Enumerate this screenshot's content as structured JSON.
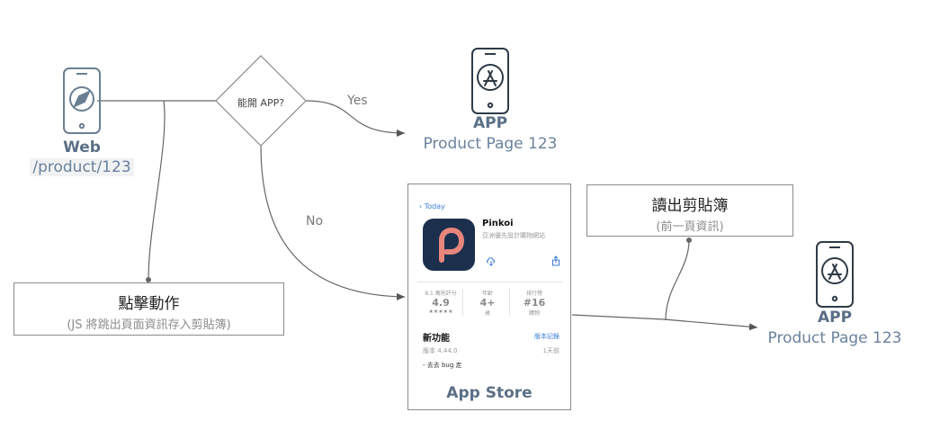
{
  "nodes": {
    "web": {
      "title": "Web",
      "path": "/product/123",
      "icon": "compass-phone-icon"
    },
    "decision": {
      "text": "能開 APP?"
    },
    "app_top": {
      "title": "APP",
      "subtitle": "Product Page 123",
      "icon": "app-store-phone-icon"
    },
    "app_right": {
      "title": "APP",
      "subtitle": "Product Page 123",
      "icon": "app-store-phone-icon"
    },
    "click_action": {
      "title": "點擊動作",
      "subtitle": "(JS 將跳出頁面資訊存入剪貼簿)"
    },
    "read_clipboard": {
      "title": "讀出剪貼簿",
      "subtitle": "(前一頁資訊)"
    },
    "app_store": {
      "label": "App Store",
      "back": "Today",
      "app_name": "Pinkoi",
      "app_tagline": "亞洲優先設計購物網站",
      "rating_label": "8.1 萬則評分",
      "rating": "4.9",
      "stars": "★★★★★",
      "age_label": "年齡",
      "age": "4+",
      "age_unit": "歲",
      "rank_label": "排行榜",
      "rank": "#16",
      "rank_unit": "購物",
      "whats_new": "新功能",
      "version_history": "版本記錄",
      "version": "版本 4.44.0",
      "time_ago": "1天前",
      "note": "- 去去 bug 走",
      "brand_color": "#e8867c",
      "icon_bg": "#1c2f4d"
    }
  },
  "edges": {
    "yes": "Yes",
    "no": "No"
  }
}
